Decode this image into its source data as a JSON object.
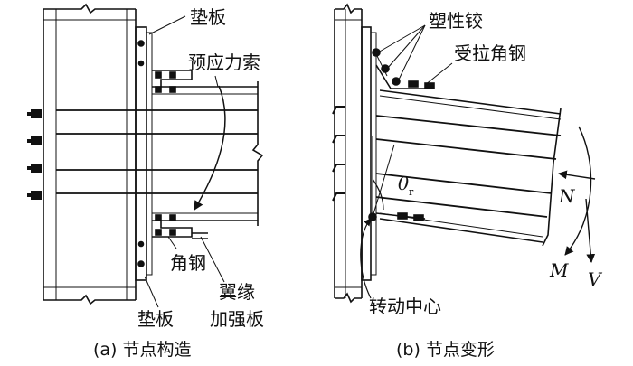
{
  "figure": {
    "left_panel": {
      "caption": "(a) 节点构造",
      "labels": {
        "shim_top": "垫板",
        "prestress_tendon": "预应力索",
        "angle_steel": "角钢",
        "shim_bottom": "垫板",
        "flange_stiffener_line1": "翼缘",
        "flange_stiffener_line2": "加强板"
      }
    },
    "right_panel": {
      "caption": "(b) 节点变形",
      "labels": {
        "plastic_hinge": "塑性铰",
        "tension_angle": "受拉角钢",
        "rotation_center": "转动中心",
        "theta_symbol": "θ",
        "theta_subscript": "r",
        "force_N": "N",
        "force_M": "M",
        "force_V": "V"
      }
    }
  }
}
